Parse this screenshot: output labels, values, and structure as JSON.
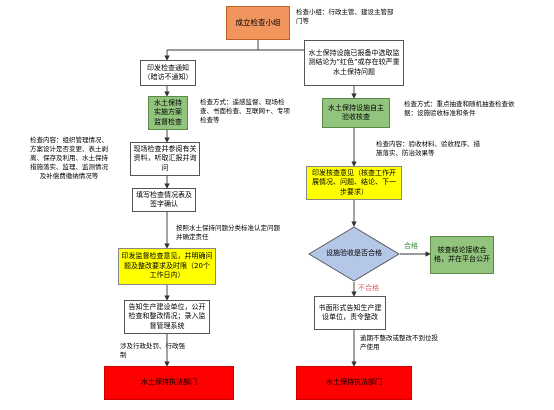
{
  "top": {
    "group_box": "成立检查小组",
    "group_note": "检查小组：行政主管、建设主管部门等"
  },
  "left": {
    "notice": "印发检查通知（暗访不通知）",
    "plan_check": "水土保持实施方案监督检查",
    "method_note": "检查方式：遥感监督、现场检查、书面检查、互联网+、专项检查等",
    "content_note": "检查内容：组织管理情况、方案设计是否变更、表土剥离、保存及利用、水土保持措施落实、监理、监测情况及补偿费缴纳情况等",
    "site_check": "现场检查并参阅有关资料，听取汇报并询问",
    "form": "填写检查情况表及签字确认",
    "classify_note": "按照水土保持问题分类标准认定问题并确定责任",
    "opinion": "印发监督检查意见，并明确问题及整改要求及时限（20个工作日内）",
    "inform": "告知生产建设单位，公开检查和整改情况；录入监督管理系统",
    "penalty_note": "涉及行政处罚、行政强制",
    "enforcement": "水土保持执法部门"
  },
  "right": {
    "register": "水土保持设施已报备中选取监测结论为“红色”或存在较严重水土保持问题",
    "accept_check": "水土保持设施自主验收核查",
    "method_note": "检查方式：重点抽查和随机抽查检查依据：设施验收标准和条件",
    "content_note": "检查内容：验收材料、验收程序、措施落实、防治效果等",
    "opinion": "印发核查意见（核查工作开展情况、问题、结论、下一步要求）",
    "decision": "设施验收是否合格",
    "pass_label": "合格",
    "fail_label": "不合格",
    "pass_box": "核查结论接收合格，并在平台公开",
    "notify": "书面形式告知生产建设单位，责令整改",
    "overdue_note": "逾期不整改或整改不到位投产使用",
    "enforcement": "水土保持执法部门"
  }
}
